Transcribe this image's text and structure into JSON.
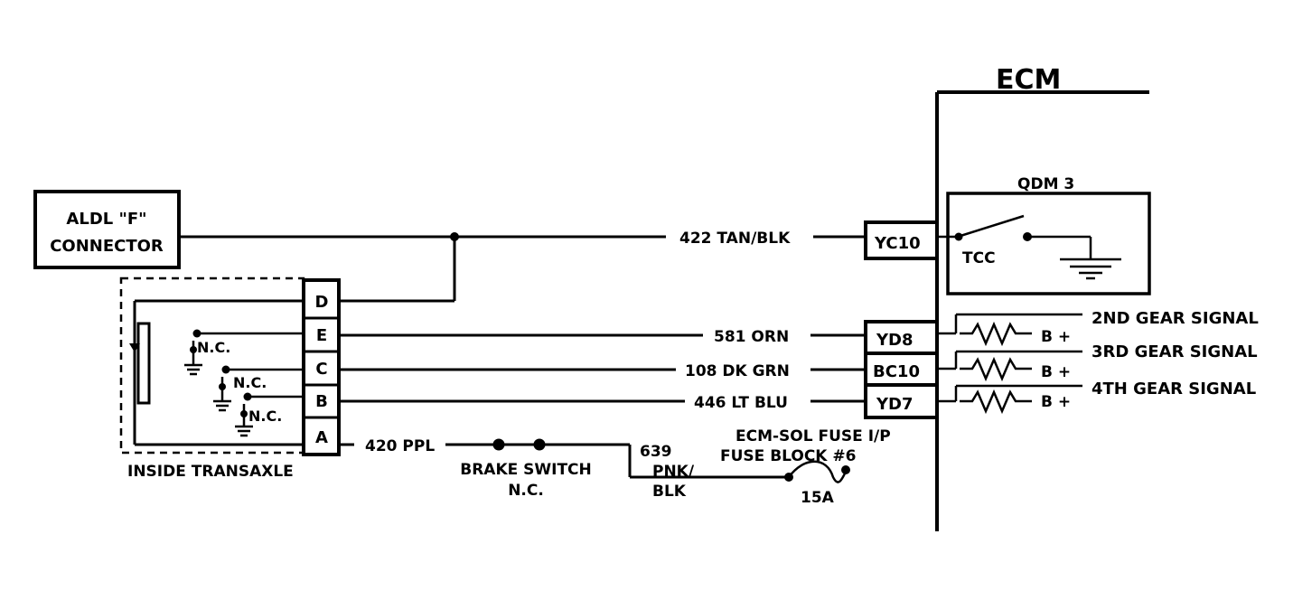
{
  "ecm": {
    "title": "ECM",
    "qdm": "QDM 3",
    "tcc": "TCC",
    "pins": {
      "yc10": "YC10",
      "yd8": "YD8",
      "bc10": "BC10",
      "yd7": "YD7"
    },
    "signals": {
      "gear2": "2ND GEAR SIGNAL",
      "gear3": "3RD GEAR SIGNAL",
      "gear4": "4TH GEAR SIGNAL",
      "bplus": "B +"
    }
  },
  "aldl": {
    "line1": "ALDL \"F\"",
    "line2": "CONNECTOR"
  },
  "transaxle": {
    "label": "INSIDE TRANSAXLE",
    "pins": [
      "D",
      "E",
      "C",
      "B",
      "A"
    ],
    "nc": "N.C."
  },
  "wires": {
    "w422": "422 TAN/BLK",
    "w581": "581 ORN",
    "w108": "108 DK GRN",
    "w446": "446 LT BLU",
    "w420": "420 PPL",
    "w639_1": "639",
    "w639_2": "PNK/",
    "w639_3": "BLK"
  },
  "brake": {
    "line1": "BRAKE SWITCH",
    "line2": "N.C."
  },
  "fuse": {
    "line1": "ECM-SOL FUSE I/P",
    "line2": "FUSE BLOCK #6",
    "rating": "15A"
  }
}
